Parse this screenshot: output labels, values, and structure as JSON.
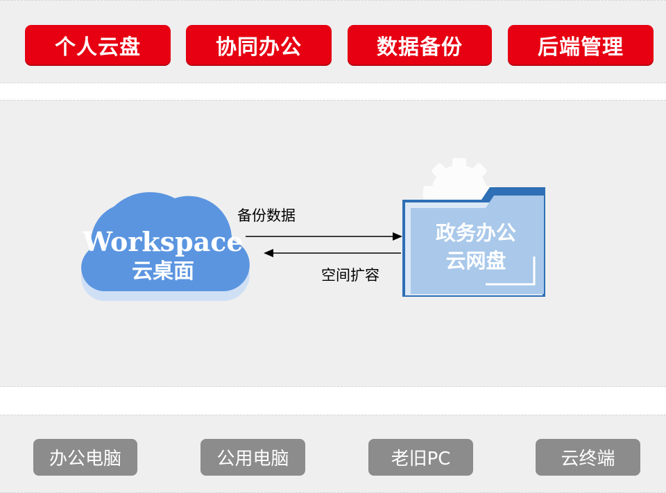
{
  "top_buttons": [
    "个人云盘",
    "协同办公",
    "数据备份",
    "后端管理"
  ],
  "diagram": {
    "cloud_title": "Workspace",
    "cloud_subtitle": "云桌面",
    "folder_line1": "政务办公",
    "folder_line2": "云网盘",
    "arrow_right_label": "备份数据",
    "arrow_left_label": "空间扩容"
  },
  "bottom_buttons": [
    "办公电脑",
    "公用电脑",
    "老旧PC",
    "云终端"
  ],
  "colors": {
    "red": "#e60012",
    "gray": "#8c8c8c",
    "cloud_blue": "#5b95e0",
    "folder_blue": "#a9c8ea",
    "folder_dark": "#2e6fb5"
  }
}
